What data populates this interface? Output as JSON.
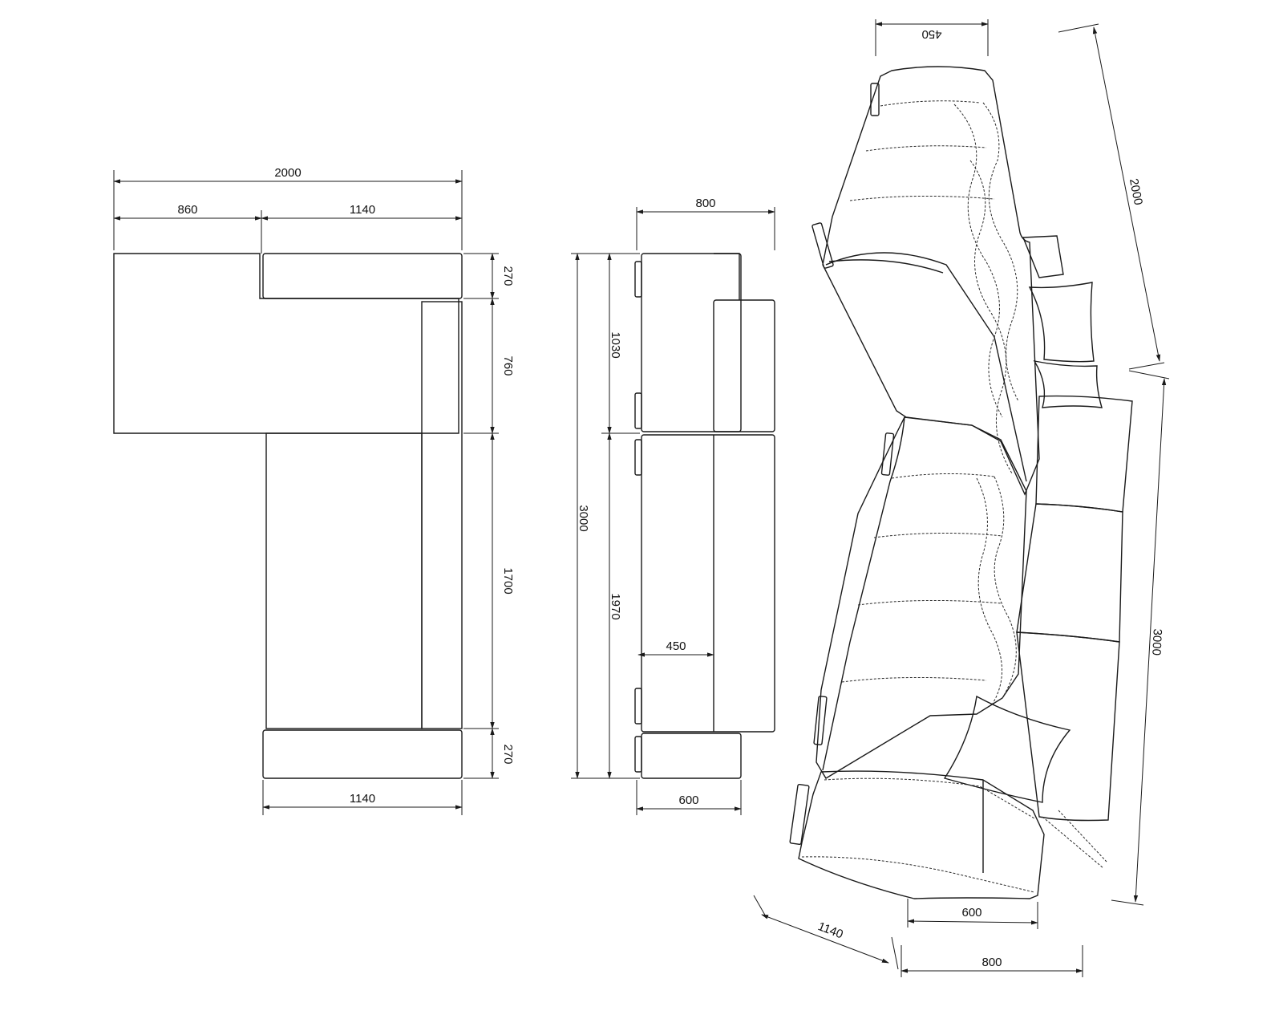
{
  "plan": {
    "width_total": "2000",
    "width_left": "860",
    "width_right": "1140",
    "height_top": "270",
    "height_mid": "760",
    "height_main": "1700",
    "height_bottom": "270",
    "width_bottom": "1140"
  },
  "side": {
    "width_total": "800",
    "height_total": "3000",
    "height_upper": "1030",
    "height_lower": "1970",
    "seat_depth": "450",
    "base_width": "600"
  },
  "perspective": {
    "back_depth": "450",
    "length_long": "2000",
    "length_short": "3000",
    "arm_width": "1140",
    "base_width": "600",
    "total_depth": "800"
  }
}
